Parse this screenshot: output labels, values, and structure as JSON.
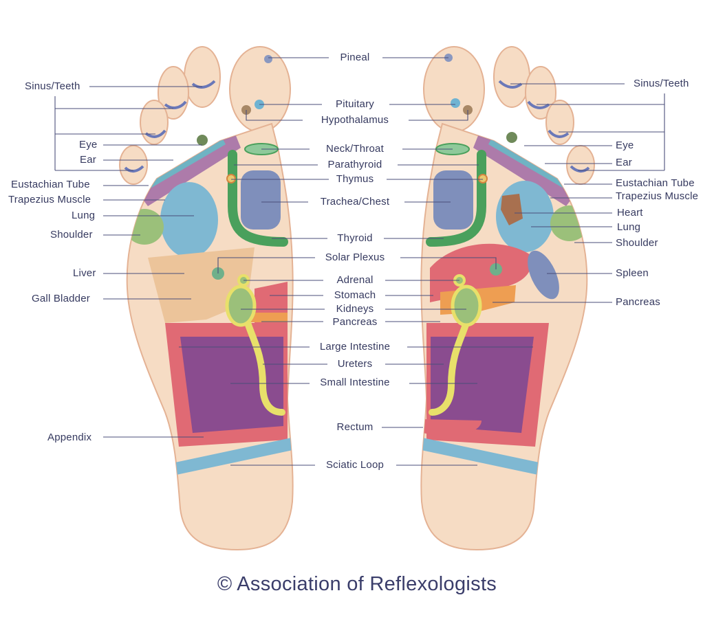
{
  "colors": {
    "skin": "#f6dcc4",
    "skin_edge": "#e7b79c",
    "leader": "#4a4e7a",
    "purple": "#8a4c8f",
    "pink": "#e06a74",
    "green": "#4aa05c",
    "blue_grey": "#7f8fbb",
    "light_blue": "#7fb8d2",
    "olive": "#9bc07a",
    "tan": "#ecc49a",
    "yellow": "#e8e06a",
    "orange": "#ee9e52",
    "teal": "#6fb3c3",
    "brown": "#a8704f"
  },
  "labels": {
    "pineal": "Pineal",
    "pituitary": "Pituitary",
    "hypothalamus": "Hypothalamus",
    "neck_throat": "Neck/Throat",
    "parathyroid": "Parathyroid",
    "thymus": "Thymus",
    "trachea_chest": "Trachea/Chest",
    "thyroid": "Thyroid",
    "solar_plexus": "Solar Plexus",
    "adrenal": "Adrenal",
    "stomach": "Stomach",
    "kidneys": "Kidneys",
    "pancreas_c": "Pancreas",
    "large_intestine": "Large Intestine",
    "ureters": "Ureters",
    "small_intestine": "Small Intestine",
    "rectum": "Rectum",
    "sciatic_loop": "Sciatic Loop",
    "l_sinus_teeth": "Sinus/Teeth",
    "l_eye": "Eye",
    "l_ear": "Ear",
    "l_eustachian": "Eustachian Tube",
    "l_trapezius": "Trapezius Muscle",
    "l_lung": "Lung",
    "l_shoulder": "Shoulder",
    "l_liver": "Liver",
    "l_gall_bladder": "Gall Bladder",
    "l_appendix": "Appendix",
    "r_sinus_teeth": "Sinus/Teeth",
    "r_eye": "Eye",
    "r_ear": "Ear",
    "r_eustachian": "Eustachian Tube",
    "r_trapezius": "Trapezius Muscle",
    "r_heart": "Heart",
    "r_lung": "Lung",
    "r_shoulder": "Shoulder",
    "r_spleen": "Spleen",
    "r_pancreas": "Pancreas"
  },
  "copyright": "© Association of Reflexologists"
}
